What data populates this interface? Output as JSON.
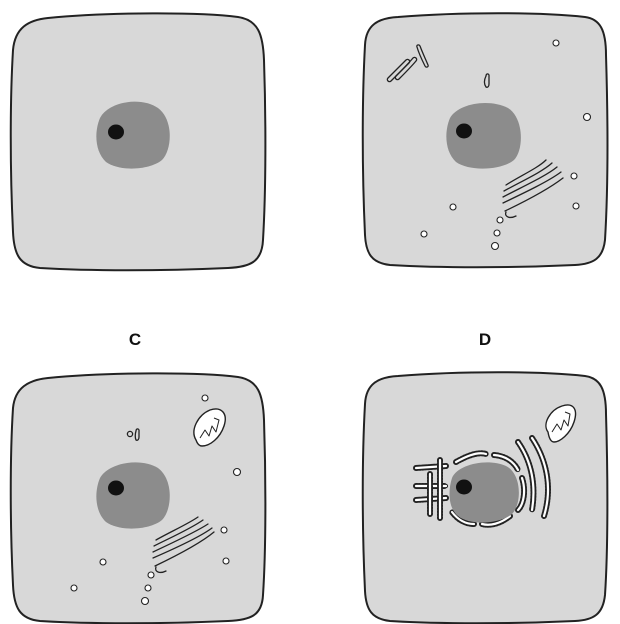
{
  "labels": {
    "c": "C",
    "d": "D"
  },
  "colors": {
    "cytoplasm": "#d8d8d8",
    "outline": "#222222",
    "nucleus": "#8c8c8c",
    "nucleolus": "#111111",
    "organelle_fill": "#ffffff"
  },
  "cells": [
    {
      "id": "cell-1",
      "organelles": [
        "nucleus",
        "nucleolus"
      ]
    },
    {
      "id": "cell-2",
      "organelles": [
        "nucleus",
        "nucleolus",
        "golgi",
        "vesicles"
      ]
    },
    {
      "id": "cell-c",
      "organelles": [
        "nucleus",
        "nucleolus",
        "golgi",
        "vesicles",
        "mitochondrion"
      ]
    },
    {
      "id": "cell-d",
      "organelles": [
        "nucleus",
        "nucleolus",
        "rough-er",
        "mitochondrion"
      ]
    }
  ]
}
